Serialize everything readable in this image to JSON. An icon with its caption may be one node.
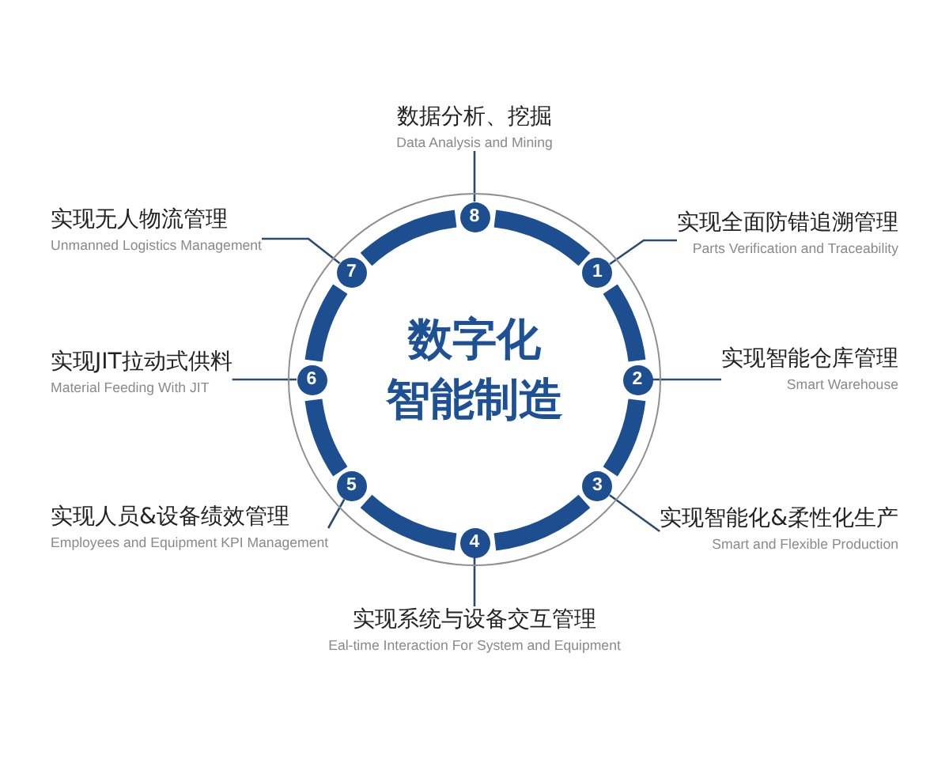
{
  "diagram": {
    "nodes": [
      {
        "text": [
          "数字化智能制造"
        ]
      },
      {
        "text": [
          "1"
        ],
        "in": 0
      },
      {
        "text": [
          "2"
        ],
        "in": 0
      },
      {
        "text": [
          "3"
        ],
        "in": 0
      },
      {
        "text": [
          "4"
        ],
        "in": 0
      },
      {
        "text": [
          "5"
        ],
        "in": 0
      },
      {
        "text": [
          "6"
        ],
        "in": 0
      },
      {
        "text": [
          "7"
        ],
        "in": 0
      },
      {
        "text": [
          "8"
        ],
        "in": 0
      },
      {
        "text": [
          "实现全面防错追溯管理",
          "Parts Verification and Traceability"
        ]
      },
      {
        "text": [
          "实现智能仓库管理",
          "Smart Warehouse"
        ]
      },
      {
        "text": [
          "实现智能化&柔性化生产",
          "Smart and Flexible Production"
        ]
      },
      {
        "text": [
          "实现系统与设备交互管理",
          "Eal-time Interaction For System and Equipment"
        ]
      },
      {
        "text": [
          "实现人员&设备绩效管理",
          "Employees and Equipment KPI Management"
        ]
      },
      {
        "text": [
          "实现JIT拉动式供料",
          "Material Feeding With JIT"
        ]
      },
      {
        "text": [
          "实现无人物流管理",
          "Unmanned Logistics Management"
        ]
      },
      {
        "text": [
          "数据分析、挖掘",
          "Data Analysis and Mining"
        ]
      }
    ],
    "edges": [
      {
        "from": 9,
        "to": 1,
        "arrow": "none"
      },
      {
        "from": 10,
        "to": 2,
        "arrow": "none"
      },
      {
        "from": 11,
        "to": 3,
        "arrow": "none"
      },
      {
        "from": 12,
        "to": 4,
        "arrow": "none"
      },
      {
        "from": 13,
        "to": 5,
        "arrow": "none"
      },
      {
        "from": 14,
        "to": 6,
        "arrow": "none"
      },
      {
        "from": 15,
        "to": 7,
        "arrow": "none"
      },
      {
        "from": 16,
        "to": 8,
        "arrow": "none"
      }
    ]
  }
}
